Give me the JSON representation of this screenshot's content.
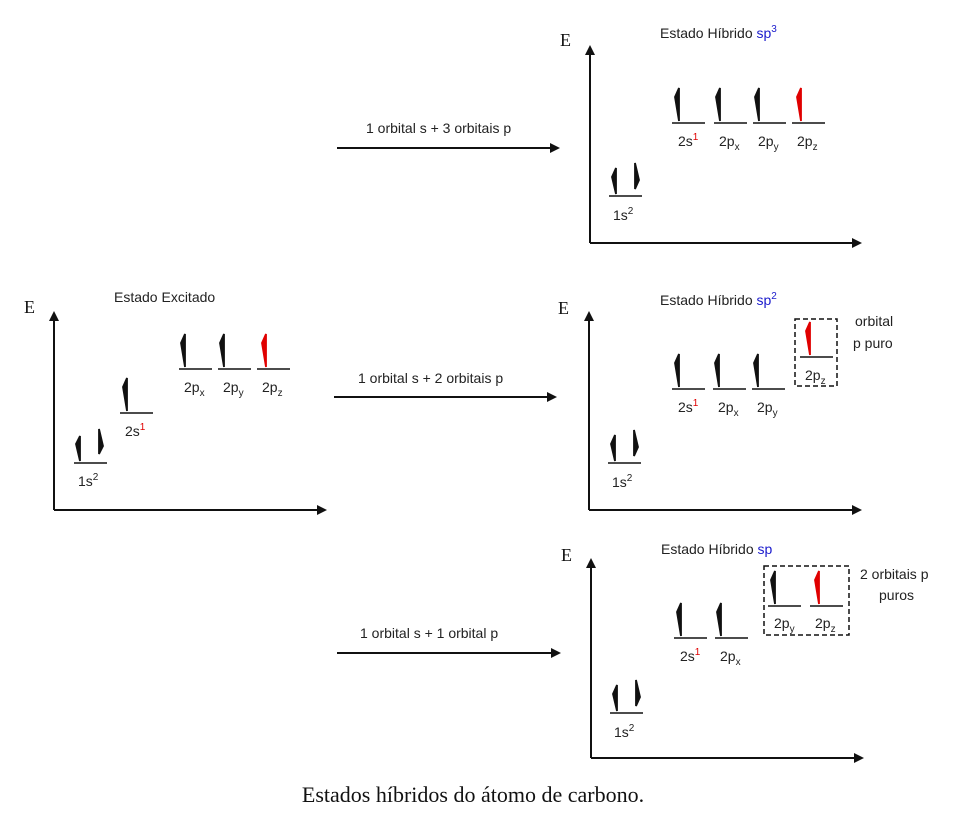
{
  "caption": "Estados híbridos do átomo de carbono.",
  "axis_label": "E",
  "colors": {
    "arrow": "#111111",
    "red": "#e00000",
    "blue": "#1a1acc"
  },
  "excited": {
    "title": "Estado Excitado",
    "levels": [
      "1s",
      "2s",
      "2p",
      "2p",
      "2p"
    ]
  },
  "transitions": [
    "1 orbital s + 3 orbitais p",
    "1 orbital s + 2 orbitais p",
    "1 orbital s + 1 orbital p"
  ],
  "sp3": {
    "title": "Estado Híbrido ",
    "hyb": "sp",
    "hyb_sup": "3"
  },
  "sp2": {
    "title": "Estado Híbrido ",
    "hyb": "sp",
    "hyb_sup": "2",
    "note_line1": "orbital",
    "note_line2": "p puro"
  },
  "sp": {
    "title": "Estado Híbrido ",
    "hyb": "sp",
    "note_line1": "2 orbitais p",
    "note_line2": "puros"
  },
  "orbital_text": {
    "one_s": "1s",
    "one_s_sup": "2",
    "two_s": "2s",
    "two_s_sup": "1",
    "two_p": "2p",
    "x": "x",
    "y": "y",
    "z": "z"
  }
}
